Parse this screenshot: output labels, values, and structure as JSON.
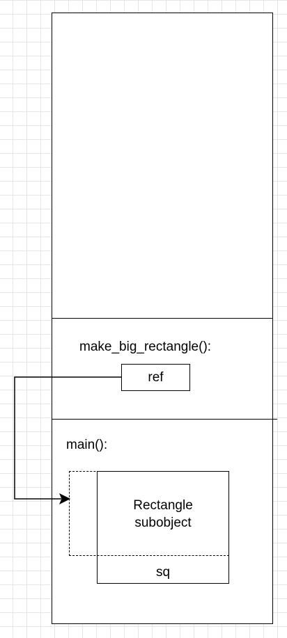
{
  "frames": {
    "make_big_rectangle": {
      "label": "make_big_rectangle():",
      "ref_label": "ref"
    },
    "main": {
      "label": "main():",
      "sq_label": "sq",
      "subobject_line1": "Rectangle",
      "subobject_line2": "subobject"
    }
  }
}
